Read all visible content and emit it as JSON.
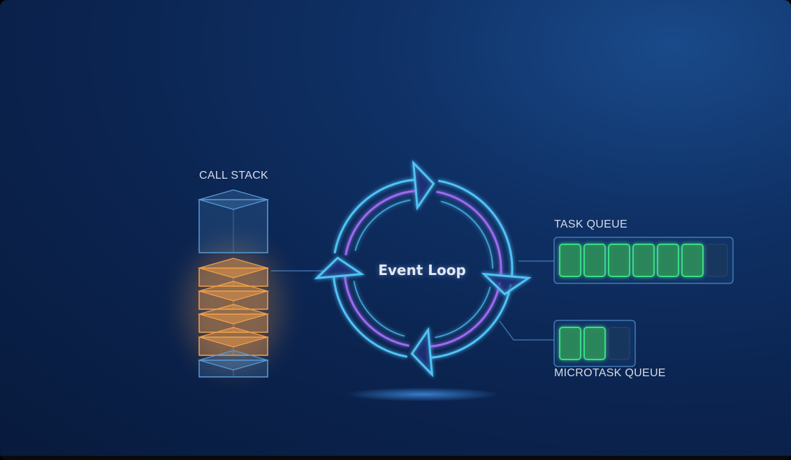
{
  "call_stack": {
    "label": "CALL STACK",
    "active_frames": 4
  },
  "event_loop": {
    "label": "Event Loop"
  },
  "task_queue": {
    "label": "TASK QUEUE",
    "filled": 6,
    "capacity": 7
  },
  "microtask_queue": {
    "label": "MICROTASK QUEUE",
    "filled": 2,
    "capacity": 3
  },
  "colors": {
    "cyan": "#4fc3f7",
    "purple": "#9b6cf0",
    "orange": "#f5a04a",
    "green": "#3ddc84"
  }
}
